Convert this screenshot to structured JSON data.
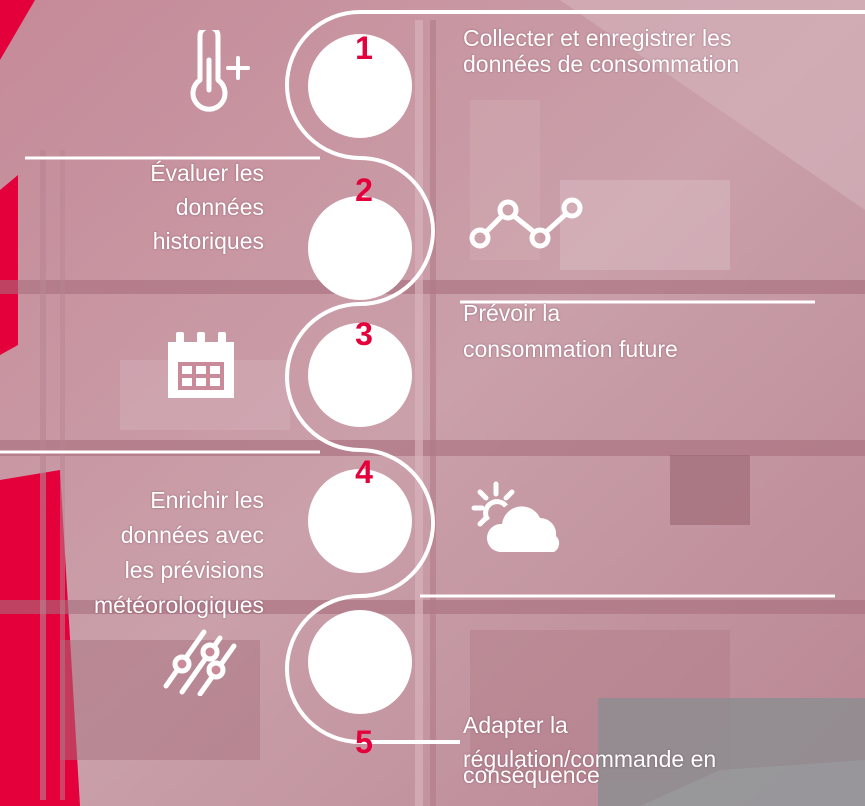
{
  "steps": [
    {
      "number": "1",
      "label_lines": [
        "Collecter et enregistrer les",
        "données de consommation"
      ],
      "icon": "thermometer-plus-icon"
    },
    {
      "number": "2",
      "label_lines": [
        "Évaluer les",
        "données",
        "historiques"
      ],
      "icon": "trend-line-icon"
    },
    {
      "number": "3",
      "label_lines": [
        "Prévoir la",
        "consommation future"
      ],
      "icon": "calendar-icon"
    },
    {
      "number": "4",
      "label_lines": [
        "Enrichir les",
        "données avec",
        "les prévisions",
        "météorologiques"
      ],
      "icon": "sun-cloud-icon"
    },
    {
      "number": "5",
      "label_lines": [
        "Adapter la",
        "régulation/commande en",
        "conséquence"
      ],
      "icon": "sliders-icon"
    }
  ],
  "colors": {
    "accent": "#e4003a",
    "overlay": "#c98a9a",
    "path": "#ffffff"
  }
}
